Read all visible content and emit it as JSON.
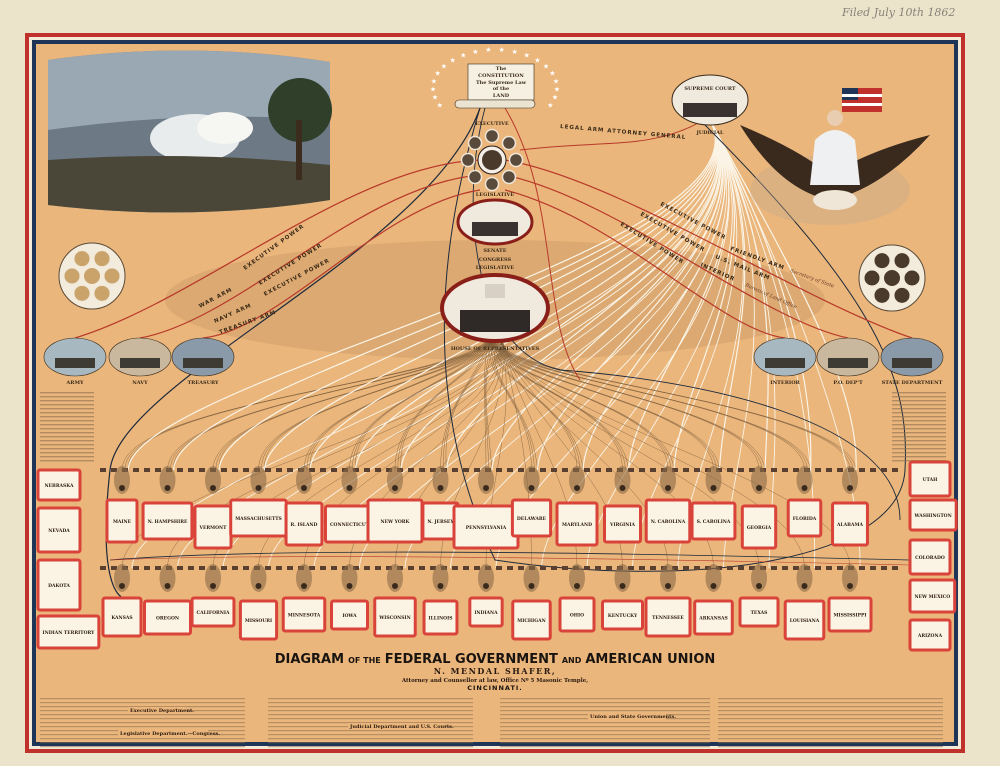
{
  "annotation": "Filed July 10th 1862",
  "colors": {
    "paper": "#ece3cb",
    "field": "#eab67c",
    "border_red": "#c0312c",
    "border_blue": "#1f3558",
    "line_red": "#b8392a",
    "line_dark": "#1d2a3c",
    "line_white": "#fbf4e6",
    "state_fill": "#fbf3e4",
    "state_edge": "#d9433a"
  },
  "constitution": {
    "line1": "The",
    "line2": "CONSTITUTION",
    "line3": "The Supreme Law",
    "line4": "of the",
    "line5": "LAND"
  },
  "center": {
    "executive": "EXECUTIVE",
    "legislative": "LEGISLATIVE",
    "senate": "SENATE",
    "congress": "CONGRESS",
    "legislative2": "LEGISLATIVE",
    "house": "HOUSE OF REPRESENTATIVES"
  },
  "judicial": {
    "title": "SUPREME COURT",
    "caption": "JUDICIAL",
    "attorney": "LEGAL ARM   ATTORNEY GENERAL"
  },
  "arms_left": [
    {
      "arm": "WAR ARM",
      "power": "EXECUTIVE POWER"
    },
    {
      "arm": "NAVY ARM",
      "power": "EXECUTIVE POWER"
    },
    {
      "arm": "TREASURY ARM",
      "power": "EXECUTIVE POWER"
    }
  ],
  "arms_right": [
    {
      "arm": "FRIENDLY ARM",
      "power": "EXECUTIVE POWER",
      "note": "Secretary of State"
    },
    {
      "arm": "U.S. MAIL ARM",
      "power": "EXECUTIVE POWER"
    },
    {
      "arm": "INTERIOR",
      "power": "EXECUTIVE POWER",
      "note": "Bureau of Land Office"
    }
  ],
  "vignettes_left": [
    "ARMY",
    "NAVY",
    "TREASURY"
  ],
  "vignettes_right": [
    "INTERIOR",
    "P.O. DEP'T",
    "STATE DEPARTMENT"
  ],
  "states_row1": [
    "MAINE",
    "N. HAMPSHIRE",
    "VERMONT",
    "MASSACHUSETTS",
    "R. ISLAND",
    "CONNECTICUT",
    "NEW YORK",
    "N. JERSEY",
    "PENNSYLVANIA",
    "DELAWARE",
    "MARYLAND",
    "VIRGINIA",
    "N. CAROLINA",
    "S. CAROLINA",
    "GEORGIA",
    "FLORIDA",
    "ALABAMA"
  ],
  "states_row2": [
    "KANSAS",
    "OREGON",
    "CALIFORNIA",
    "MISSOURI",
    "MINNESOTA",
    "IOWA",
    "WISCONSIN",
    "ILLINOIS",
    "INDIANA",
    "MICHIGAN",
    "OHIO",
    "KENTUCKY",
    "TENNESSEE",
    "ARKANSAS",
    "TEXAS",
    "LOUISIANA",
    "MISSISSIPPI"
  ],
  "territories_left": [
    "NEBRASKA",
    "NEVADA",
    "DAKOTA",
    "INDIAN TERRITORY"
  ],
  "territories_right": [
    "UTAH",
    "WASHINGTON",
    "COLORADO",
    "NEW MEXICO",
    "ARIZONA"
  ],
  "title": {
    "part1": "DIAGRAM",
    "of1": "OF THE",
    "part2": "FEDERAL GOVERNMENT",
    "and": "AND",
    "part3": "AMERICAN UNION"
  },
  "author": "N. MENDAL SHAFER,",
  "address": "Attorney and Counsellor at law, Office Nº 5 Masonic Temple,",
  "city": "CINCINNATI.",
  "sections": {
    "executive": "Executive Department.",
    "legislative": "Legislative Department.—Congress.",
    "judicial": "Judicial Department and U.S. Courts.",
    "union": "Union and State Governments."
  }
}
